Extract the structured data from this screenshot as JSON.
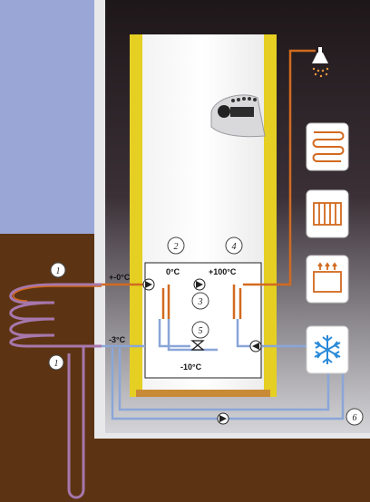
{
  "temperatures": {
    "t_ground_in": "+-0°C",
    "t_0": "0°C",
    "t_100": "+100°C",
    "t_minus3": "-3°C",
    "t_minus10": "-10°C"
  },
  "callouts": {
    "c1_top": "1",
    "c1_bottom": "1",
    "c2": "2",
    "c3": "3",
    "c4": "4",
    "c5": "5",
    "c6": "6"
  },
  "icons": {
    "shower": "shower-icon",
    "floor_heating": "floor-heating-icon",
    "radiator": "radiator-icon",
    "air_heater": "air-heater-icon",
    "cooling": "snowflake-icon"
  },
  "colors": {
    "sky": "#9aa6d6",
    "ground": "#5c3413",
    "room_dark": "#231a1c",
    "tank_yellow": "#e5cf23",
    "hot_pipe": "#d26a1f",
    "cold_pipe": "#8aa6d8",
    "ground_loop": "#a777ad"
  }
}
